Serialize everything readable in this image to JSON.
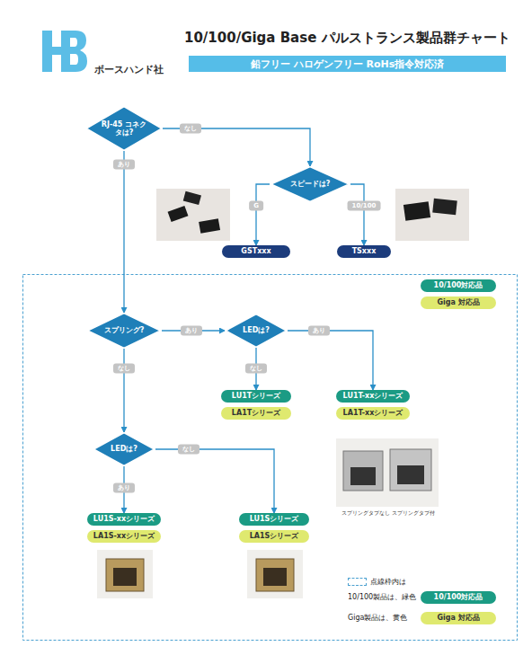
{
  "diagram": {
    "title": "10/100/Giga Base パルストランス製品群チャート",
    "nodes": [
      {
        "text": [
          "鉛フリー ハロゲンフリー RoHs指令対応済"
        ]
      },
      {
        "text": [
          "RJ-45 コネクタは?"
        ]
      },
      {
        "text": [
          "スピードは?"
        ]
      },
      {
        "text": [
          "GSTxxx"
        ]
      },
      {
        "text": [
          "TSxxx"
        ]
      },
      {
        "text": [
          "10/100対応品"
        ]
      },
      {
        "text": [
          "Giga 対応品"
        ]
      },
      {
        "text": [
          "スプリング?"
        ]
      },
      {
        "text": [
          "LEDは?"
        ]
      },
      {
        "text": [
          "LU1Tシリーズ"
        ]
      },
      {
        "text": [
          "LA1Tシリーズ"
        ]
      },
      {
        "text": [
          "LU1T-xxシリーズ"
        ]
      },
      {
        "text": [
          "LA1T-xxシリーズ"
        ]
      },
      {
        "text": [
          "LEDは?"
        ]
      },
      {
        "text": [
          "LU1S-xxシリーズ"
        ]
      },
      {
        "text": [
          "LA1S-xxシリーズ"
        ]
      },
      {
        "text": [
          "LU1Sシリーズ"
        ]
      },
      {
        "text": [
          "LA1Sシリーズ"
        ]
      }
    ],
    "edges": [
      {
        "from": 1,
        "to": 2,
        "arrow": "to",
        "label": "なし"
      },
      {
        "from": 1,
        "to": 7,
        "arrow": "to",
        "label": "あり"
      },
      {
        "from": 2,
        "to": 3,
        "arrow": "to",
        "label": "G"
      },
      {
        "from": 2,
        "to": 4,
        "arrow": "to",
        "label": "10/100"
      },
      {
        "from": 7,
        "to": 8,
        "arrow": "to",
        "label": "あり"
      },
      {
        "from": 8,
        "to": 9,
        "arrow": "to",
        "label": "なし"
      },
      {
        "from": 8,
        "to": 11,
        "arrow": "to",
        "label": "あり"
      },
      {
        "from": 7,
        "to": 13,
        "arrow": "to",
        "label": "なし"
      },
      {
        "from": 13,
        "to": 14,
        "arrow": "to",
        "label": "あり"
      },
      {
        "from": 13,
        "to": 16,
        "arrow": "to",
        "label": "なし"
      }
    ],
    "labels": [
      "ボースハンド社",
      "スプリングタブなし",
      "スプリングタブ付",
      "10/100対応品",
      "Giga 対応品"
    ],
    "legend": [
      {
        "text": "点線枠内は"
      },
      {
        "text": "10/100製品は、緑色",
        "color": "#1b9b84"
      },
      {
        "text": "Giga製品は、黄色",
        "color": "#dfe96f"
      }
    ]
  }
}
